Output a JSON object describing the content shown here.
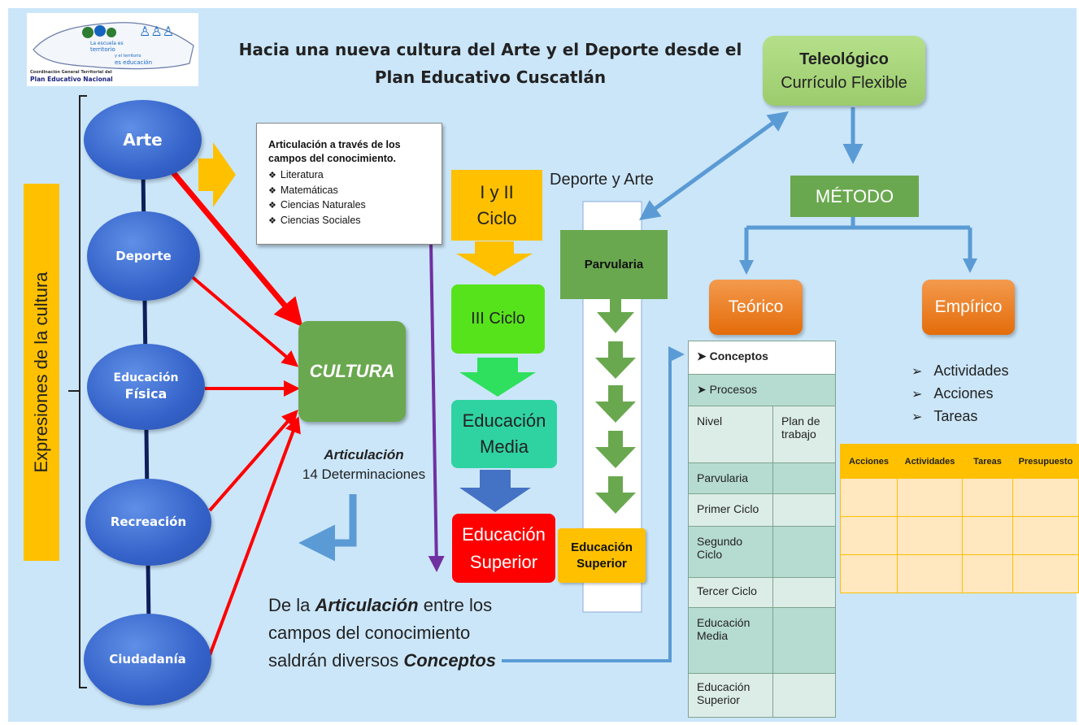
{
  "logo": {
    "line1": "La escuela es",
    "line2": "territorio",
    "line3": "y el territorio",
    "line4": "es educación",
    "org": "Coordinación General Territorial del",
    "plan": "Plan Educativo Nacional"
  },
  "title_line1": "Hacia una nueva cultura del Arte y el Deporte desde el",
  "title_line2": "Plan Educativo Cuscatlán",
  "vertical_label": "Expresiones de la cultura",
  "expressions": [
    "Arte",
    "Deporte",
    "Educación",
    "Física",
    "Recreación",
    "Ciudadanía"
  ],
  "cultura": "CULTURA",
  "note": {
    "title": "Articulación  a través de los campos del conocimiento.",
    "items": [
      "Literatura",
      "Matemáticas",
      "Ciencias Naturales",
      "Ciencias Sociales"
    ]
  },
  "articulacion_title": "Articulación",
  "articulacion_sub": "14 Determinaciones",
  "levels": {
    "ciclo12_a": "I y II",
    "ciclo12_b": "Ciclo",
    "ciclo3": "III Ciclo",
    "media_a": "Educación",
    "media_b": "Media",
    "superior_a": "Educación",
    "superior_b": "Superior"
  },
  "deporte_arte": "Deporte y Arte",
  "parvularia": "Parvularia",
  "educ_superior_small_a": "Educación",
  "educ_superior_small_b": "Superior",
  "bottom_text": {
    "p1": "De la ",
    "p1b": "Articulación",
    "p1c": " entre los",
    "p2": "campos del conocimiento",
    "p3": "saldrán diversos ",
    "p3b": "Conceptos"
  },
  "teleologico": {
    "title": "Teleológico",
    "sub": "Currículo Flexible"
  },
  "metodo": "MÉTODO",
  "teorico": "Teórico",
  "empirico": "Empírico",
  "concepts_table": {
    "conceptos": "Conceptos",
    "procesos": "Procesos",
    "col_nivel": "Nivel",
    "col_plan": "Plan de trabajo",
    "rows": [
      "Parvularia",
      "Primer Ciclo",
      "Segundo Ciclo",
      "Tercer Ciclo",
      "Educación Media",
      "Educación Superior"
    ]
  },
  "empirico_bullets": [
    "Actividades",
    "Acciones",
    "Tareas"
  ],
  "budget_table": {
    "headers": [
      "Acciones",
      "Actividades",
      "Tareas",
      "Presupuesto"
    ]
  }
}
